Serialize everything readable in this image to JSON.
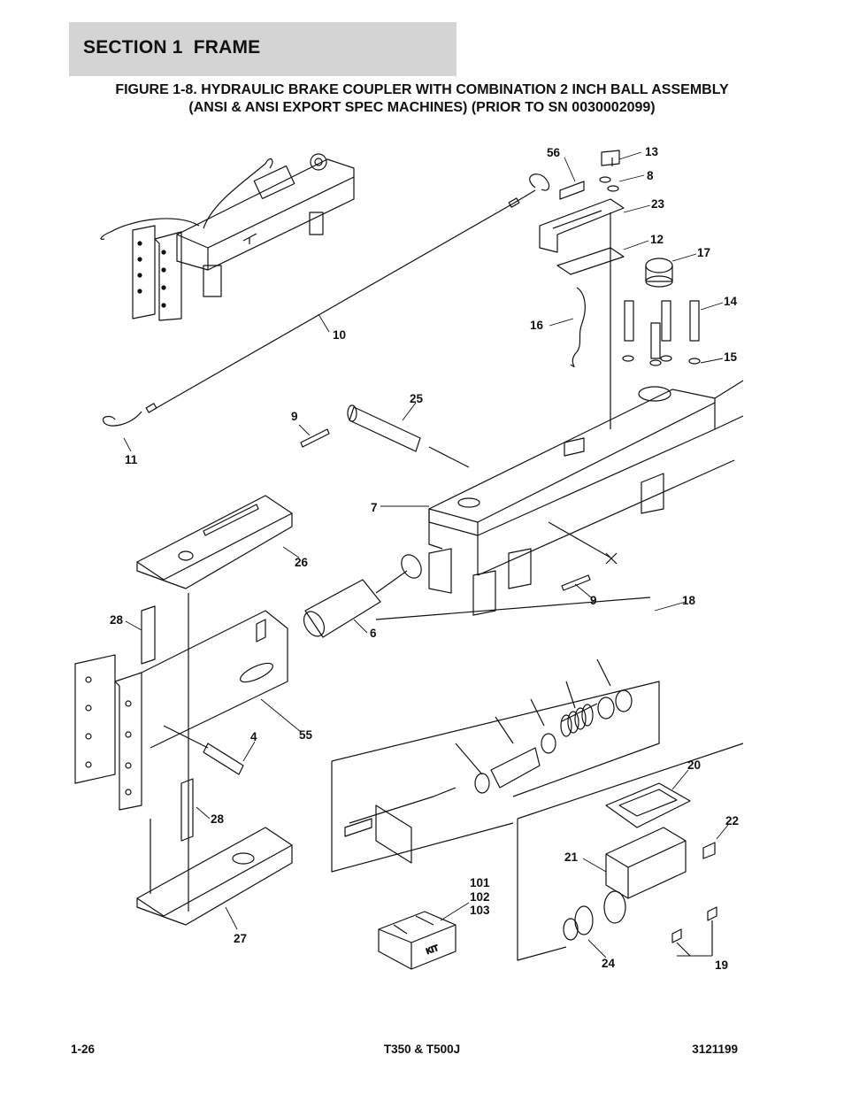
{
  "header": {
    "section_label": "SECTION 1  FRAME"
  },
  "figure": {
    "title_line1": "FIGURE 1-8. HYDRAULIC BRAKE COUPLER WITH COMBINATION 2 INCH BALL ASSEMBLY",
    "title_line2": "(ANSI & ANSI EXPORT SPEC MACHINES) (PRIOR TO SN 0030002099)"
  },
  "callouts": {
    "c56": "56",
    "c13": "13",
    "c8": "8",
    "c23": "23",
    "c12": "12",
    "c17": "17",
    "c14": "14",
    "c16": "16",
    "c15": "15",
    "c10": "10",
    "c25": "25",
    "c9a": "9",
    "c11": "11",
    "c7": "7",
    "c26": "26",
    "c9b": "9",
    "c18": "18",
    "c28a": "28",
    "c6": "6",
    "c4": "4",
    "c55": "55",
    "c20": "20",
    "c22": "22",
    "c28b": "28",
    "c21": "21",
    "c101": "101",
    "c102": "102",
    "c103": "103",
    "c27": "27",
    "c24": "24",
    "c19": "19"
  },
  "kit_label": "KIT",
  "footer": {
    "page_number": "1-26",
    "model": "T350 & T500J",
    "document_number": "3121199"
  }
}
